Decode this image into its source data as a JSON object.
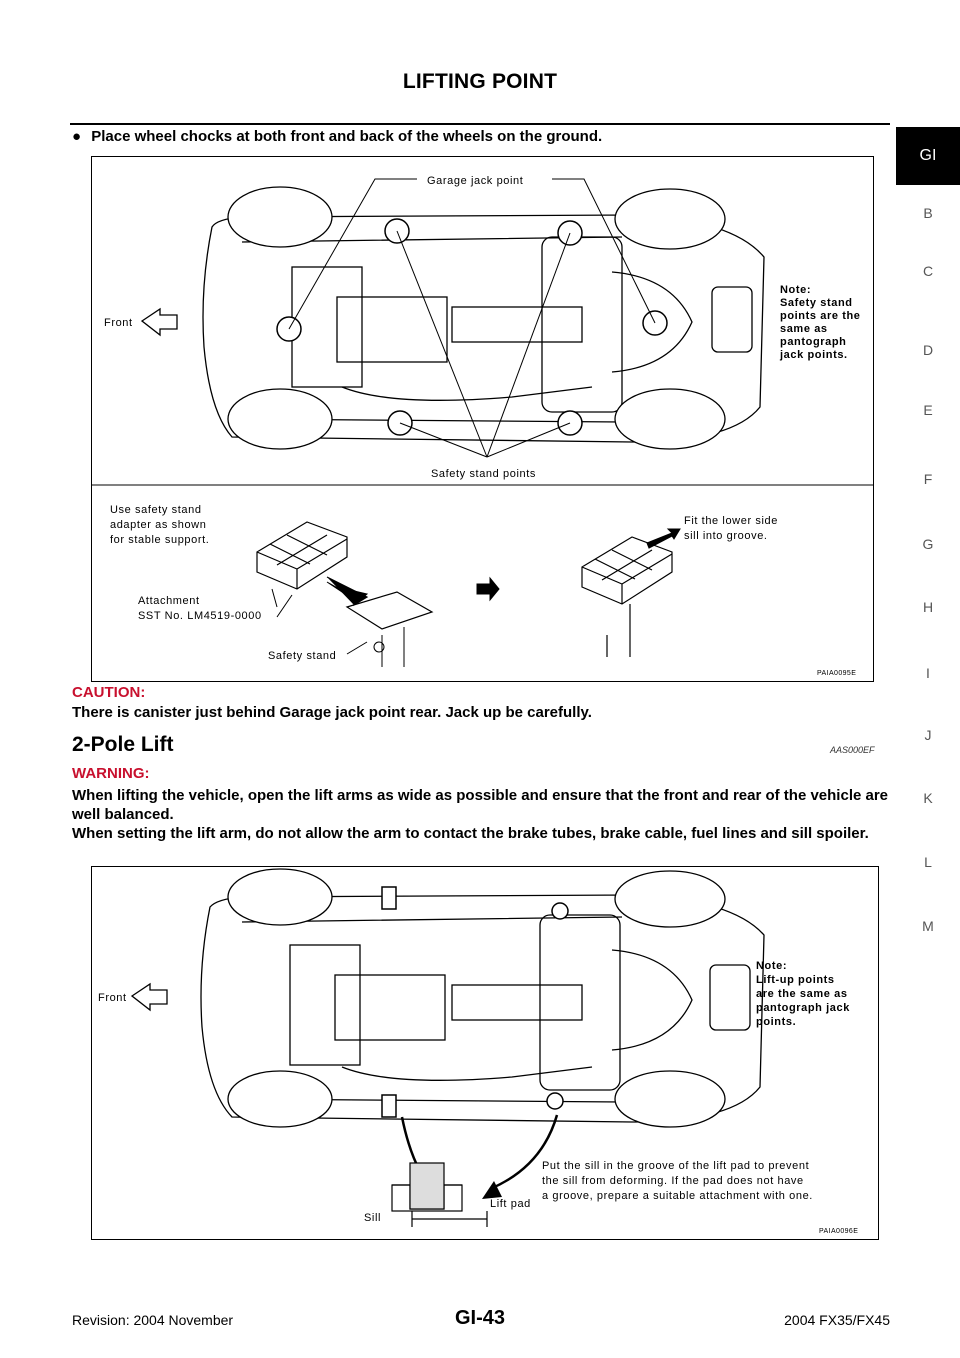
{
  "header": {
    "title": "LIFTING POINT"
  },
  "side_tabs": [
    "GI",
    "B",
    "C",
    "D",
    "E",
    "F",
    "G",
    "H",
    "I",
    "J",
    "K",
    "L",
    "M"
  ],
  "bullet": {
    "symbol": "●",
    "text": "Place wheel chocks at both front and back of the wheels on the ground."
  },
  "figure1": {
    "label_garage": "Garage jack point",
    "label_front": "Front",
    "note_lines": [
      "Note:",
      "Safety stand",
      "points are the",
      "same as",
      "pantograph",
      "jack points."
    ],
    "label_safety_points": "Safety stand points",
    "adapter_lines": [
      "Use safety stand",
      "adapter as shown",
      "for stable support."
    ],
    "attachment_lines": [
      "Attachment",
      "SST No. LM4519-0000"
    ],
    "label_safety_stand": "Safety stand",
    "fit_lines": [
      "Fit the lower side",
      "sill into groove."
    ],
    "figure_id": "PAIA0095E"
  },
  "caution": {
    "heading": "CAUTION:",
    "text": "There is canister just behind Garage jack point rear. Jack up be carefully."
  },
  "section": {
    "title": "2-Pole Lift",
    "code": "AAS000EF"
  },
  "warning": {
    "heading": "WARNING:",
    "text1": "When lifting the vehicle, open the lift arms as wide as possible and ensure that the front and rear of the vehicle are well balanced.",
    "text2": "When setting the lift arm, do not allow the arm to contact the brake tubes, brake cable, fuel lines and sill spoiler."
  },
  "figure2": {
    "label_front": "Front",
    "note_lines": [
      "Note:",
      "Lift-up points",
      "are the same as",
      "pantograph jack",
      "points."
    ],
    "put_lines": [
      "Put the sill in the groove of the lift pad to prevent",
      "the sill from deforming. If the pad does not have",
      "a groove, prepare a suitable attachment with one."
    ],
    "label_sill": "Sill",
    "label_lift_pad": "Lift pad",
    "figure_id": "PAIA0096E"
  },
  "footer": {
    "revision": "Revision: 2004 November",
    "page": "GI-43",
    "model": "2004 FX35/FX45"
  }
}
